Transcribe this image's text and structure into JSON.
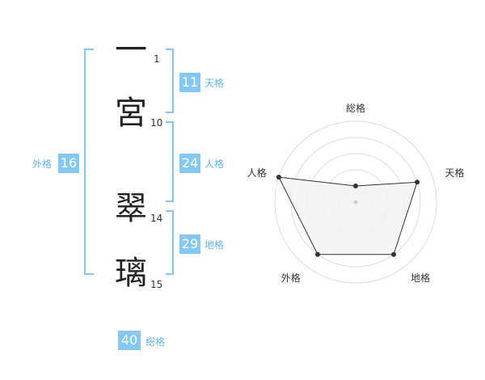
{
  "name": {
    "chars": [
      {
        "char": "一",
        "strokes": "1"
      },
      {
        "char": "宮",
        "strokes": "10"
      },
      {
        "char": "翠",
        "strokes": "14"
      },
      {
        "char": "璃",
        "strokes": "15"
      }
    ]
  },
  "fortune": {
    "tenkaku": {
      "value": "11",
      "label": "天格"
    },
    "jinkaku": {
      "value": "24",
      "label": "人格"
    },
    "chikaku": {
      "value": "29",
      "label": "地格"
    },
    "gaikaku": {
      "value": "16",
      "label": "外格"
    },
    "soukaku": {
      "value": "40",
      "label": "総格"
    }
  },
  "chart_data": {
    "type": "radar",
    "axes": [
      "総格",
      "天格",
      "地格",
      "外格",
      "人格"
    ],
    "values": [
      1,
      4,
      4,
      4,
      5
    ],
    "max": 5,
    "rings": 5,
    "colors": {
      "fill": "#f2f2f2",
      "line": "#333333",
      "grid": "#dddddd",
      "point": "#333333"
    }
  }
}
